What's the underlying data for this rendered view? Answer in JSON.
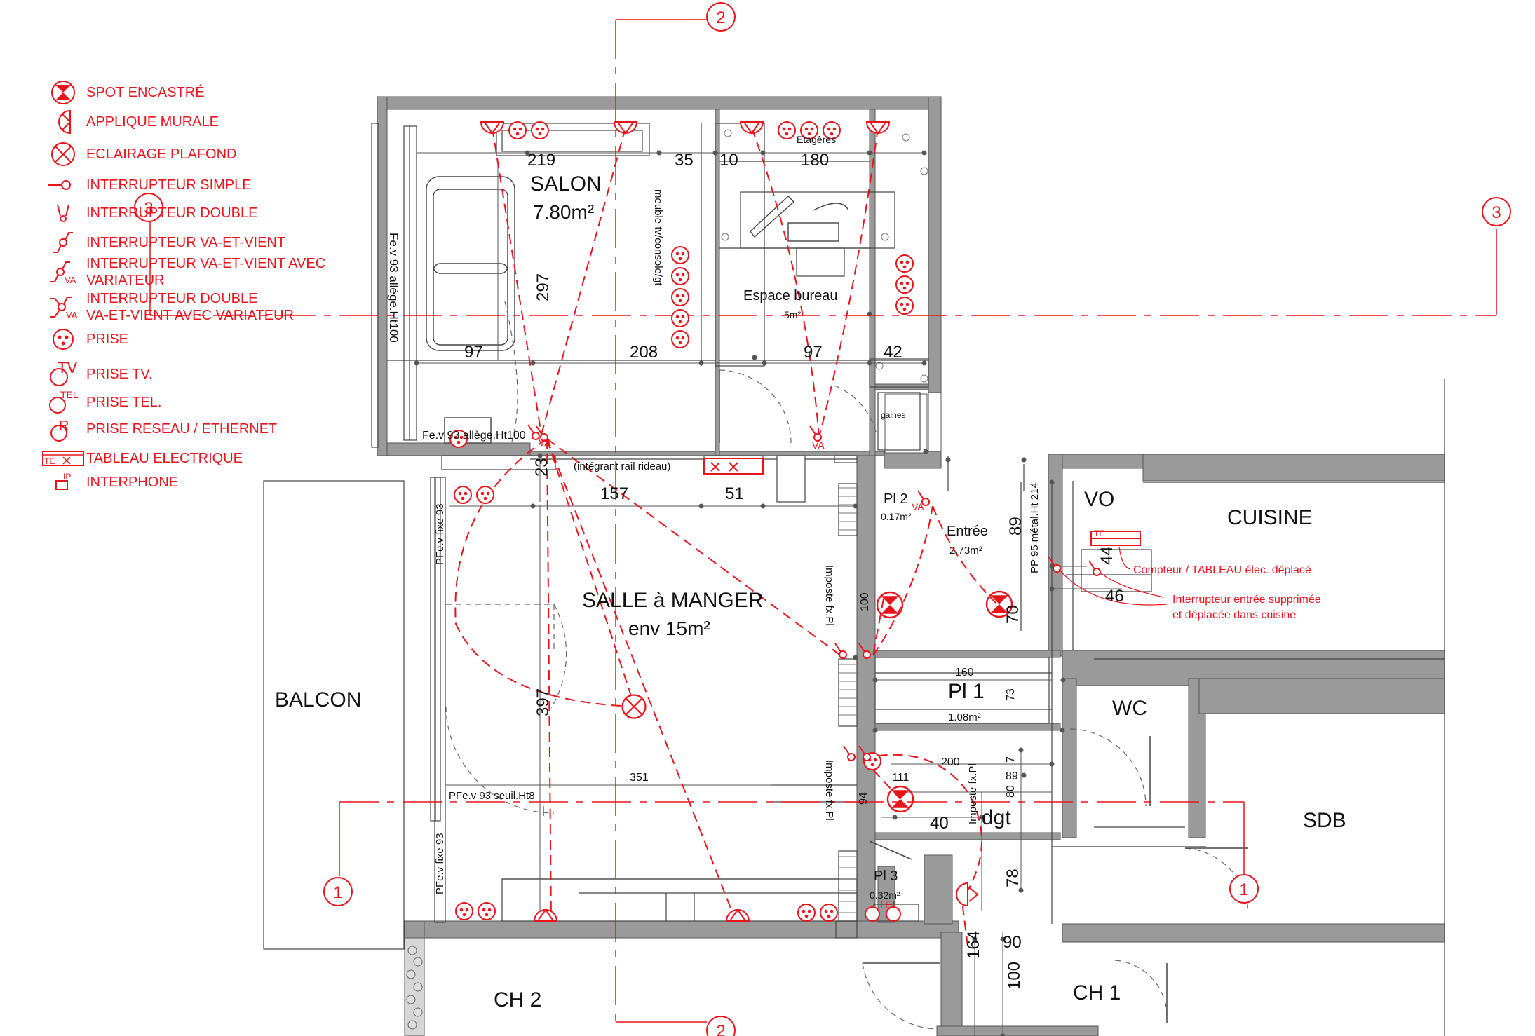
{
  "colors": {
    "red": "#e8141c",
    "wall": "#9a9a9a",
    "line": "#444444"
  },
  "legend": [
    {
      "icon": "spot-icon",
      "label": "SPOT ENCASTRÉ"
    },
    {
      "icon": "wall-light-icon",
      "label": "APPLIQUE MURALE"
    },
    {
      "icon": "ceiling-light-icon",
      "label": "ECLAIRAGE PLAFOND"
    },
    {
      "icon": "simple-switch-icon",
      "label": "INTERRUPTEUR SIMPLE"
    },
    {
      "icon": "double-switch-icon",
      "label": "INTERRUPTEUR DOUBLE"
    },
    {
      "icon": "two-way-switch-icon",
      "label": "INTERRUPTEUR VA-ET-VIENT"
    },
    {
      "icon": "two-way-dimmer-switch-icon",
      "label": "INTERRUPTEUR VA-ET-VIENT AVEC\nVARIATEUR"
    },
    {
      "icon": "double-two-way-dimmer-switch-icon",
      "label": "INTERRUPTEUR DOUBLE\n  VA-ET-VIENT AVEC VARIATEUR"
    },
    {
      "icon": "outlet-icon",
      "label": "PRISE"
    },
    {
      "icon": "tv-outlet-icon",
      "label": "PRISE TV."
    },
    {
      "icon": "phone-outlet-icon",
      "label": "PRISE TEL."
    },
    {
      "icon": "network-outlet-icon",
      "label": "PRISE RESEAU / ETHERNET"
    },
    {
      "icon": "electrical-panel-icon",
      "label": "TABLEAU ELECTRIQUE"
    },
    {
      "icon": "intercom-icon",
      "label": "INTERPHONE"
    }
  ],
  "symbols": {
    "va": "VA",
    "te": "TE",
    "tel": "TEL",
    "tv": "TV",
    "ip": "IP",
    "r": "R"
  },
  "axes": {
    "a1": "1",
    "a2": "2",
    "a3": "3"
  },
  "rooms": {
    "salon": "SALON",
    "salon_area": "7.80m²",
    "bureau": "Espace bureau",
    "bureau_area": "5m²",
    "gaines": "gaines",
    "salle": "SALLE à MANGER",
    "salle_area": "env 15m²",
    "balcon": "BALCON",
    "entree": "Entrée",
    "entree_area": "2.73m²",
    "vo": "VO",
    "cuisine": "CUISINE",
    "pl1": "Pl 1",
    "pl1_area": "1.08m²",
    "pl2": "Pl 2",
    "pl2_area": "0.17m²",
    "pl3": "Pl 3",
    "pl3_area": "0.32m²",
    "wc": "WC",
    "sdb": "SDB",
    "dgt": "dgt",
    "ch1": "CH 1",
    "ch2": "CH 2"
  },
  "labels": {
    "etageres": "Etagères",
    "meuble": "meuble tv/console/gt",
    "fev_left": "Fe.v 93 allège.Ht100",
    "fev_bottom": "Fe.v 93 allège.Ht100",
    "rail": "(intégrant rail rideau)",
    "pfe_fixe": "PFe.v fixe 93",
    "pfe_seuil": "PFe.v 93 seuil.Ht8",
    "imposte": "Imposte fx.Pl",
    "pp95": "PP 95 métal.Ht 214",
    "compteur": "Compteur / TABLEAU élec. déplacé",
    "interrupteur_note_1": "Interrupteur entrée supprimée",
    "interrupteur_note_2": "et déplacée dans cuisine"
  },
  "dims": {
    "d219": "219",
    "d35": "35",
    "d10": "10",
    "d180": "180",
    "d297": "297",
    "d97a": "97",
    "d208": "208",
    "d97b": "97",
    "d42": "42",
    "d23": "23",
    "d157": "157",
    "d51": "51",
    "d89a": "89",
    "d44": "44",
    "d46": "46",
    "d100a": "100",
    "d70": "70",
    "d160": "160",
    "d73": "73",
    "d397": "397",
    "d351": "351",
    "d7": "7",
    "d200": "200",
    "d89b": "89",
    "d80": "80",
    "d111": "111",
    "d94": "94",
    "d40": "40",
    "d78": "78",
    "d164": "164",
    "d90": "90",
    "d100b": "100"
  }
}
